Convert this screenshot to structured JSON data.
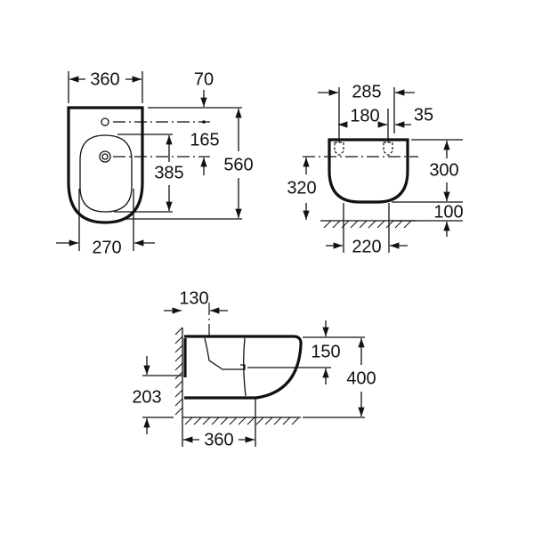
{
  "top_view": {
    "width_360": "360",
    "offset_70": "70",
    "offset_165": "165",
    "depth_385": "385",
    "length_560": "560",
    "bowl_width_270": "270"
  },
  "front_view": {
    "width_285": "285",
    "spacing_180": "180",
    "offset_35": "35",
    "height_300": "300",
    "height_320": "320",
    "height_100": "100",
    "base_220": "220"
  },
  "side_view": {
    "projection_130": "130",
    "depth_150": "150",
    "height_400": "400",
    "height_203": "203",
    "depth_360": "360"
  }
}
